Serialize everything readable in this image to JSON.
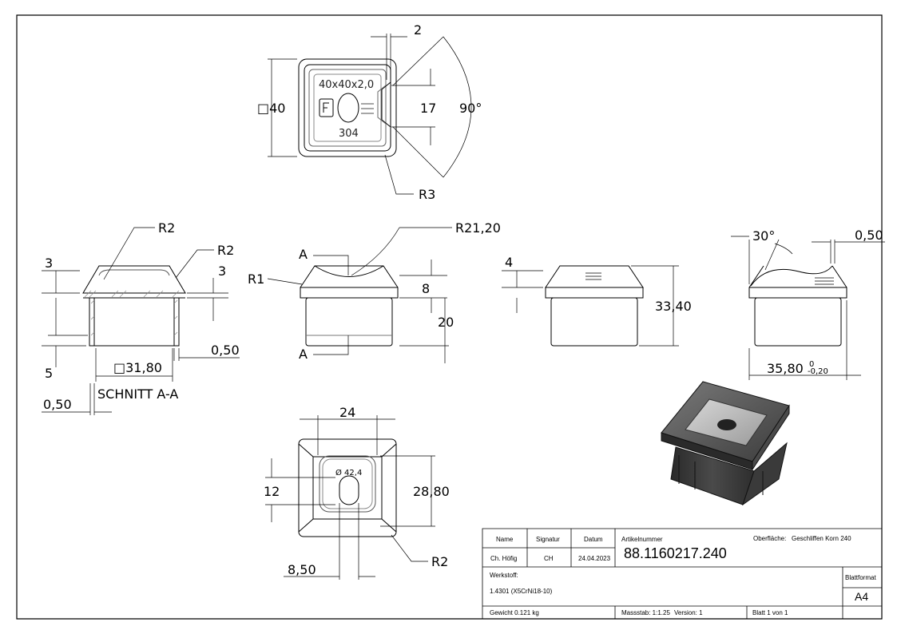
{
  "dimensions": {
    "top_gap": "2",
    "top_square": "□40",
    "top_slot": "17",
    "top_angle": "90°",
    "top_radius": "R3",
    "sec_r2_left": "R2",
    "sec_r2_right": "R2",
    "sec_3_left": "3",
    "sec_3_right": "3",
    "sec_5": "5",
    "sec_square": "□31,80",
    "sec_050_right": "0,50",
    "sec_050_left": "0,50",
    "section_label": "SCHNITT A-A",
    "front_r21": "R21,20",
    "front_a_top": "A",
    "front_a_bottom": "A",
    "front_r1": "R1",
    "front_8": "8",
    "front_20": "20",
    "side_4": "4",
    "side_3340": "33,40",
    "right_30": "30°",
    "right_050": "0,50",
    "right_width": "35,80",
    "right_tol_upper": "0",
    "right_tol_lower": "-0,20",
    "bottom_24": "24",
    "bottom_12": "12",
    "bottom_2880": "28,80",
    "bottom_phi": "Ø 42,4",
    "bottom_850": "8,50",
    "bottom_r2": "R2"
  },
  "embossing": {
    "size": "40x40x2,0",
    "grade": "304"
  },
  "title_block": {
    "name_label": "Name",
    "signature_label": "Signatur",
    "date_label": "Datum",
    "article_label": "Artikelnummer",
    "surface_label": "Oberfläche:",
    "surface_value": "Geschliffen Korn 240",
    "name_value": "Ch. Höfig",
    "signature_value": "CH",
    "date_value": "24.04.2023",
    "article_value": "88.1160217.240",
    "material_label": "Werkstoff:",
    "material_value": "1.4301 (X5CrNi18-10)",
    "format_label": "Blattformat",
    "format_value": "A4",
    "weight": "Gewicht 0.121 kg",
    "scale": "Massstab: 1:1.25",
    "version": "Version: 1",
    "sheet": "Blatt 1 von 1"
  }
}
